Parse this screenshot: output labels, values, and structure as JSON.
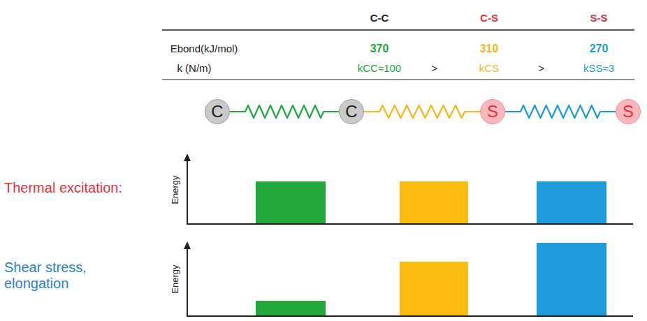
{
  "diagram": {
    "nodes": [
      {
        "text": [
          "C"
        ]
      },
      {
        "text": [
          "C"
        ]
      },
      {
        "text": [
          "S"
        ]
      },
      {
        "text": [
          "S"
        ]
      }
    ],
    "edges": [
      {
        "from": 0,
        "to": 1,
        "arrow": "none"
      },
      {
        "from": 1,
        "to": 2,
        "arrow": "none"
      },
      {
        "from": 2,
        "to": 3,
        "arrow": "none"
      }
    ],
    "labels": [
      "C-C",
      "C-S",
      "S-S",
      "Ebond(kJ/mol)",
      "370",
      "310",
      "270",
      "k (N/m)",
      "kCC≈100",
      ">",
      "kCS",
      ">",
      "kSS≈3",
      "Thermal excitation:",
      "Shear stress, elongation",
      "Energy",
      "Energy"
    ]
  }
}
